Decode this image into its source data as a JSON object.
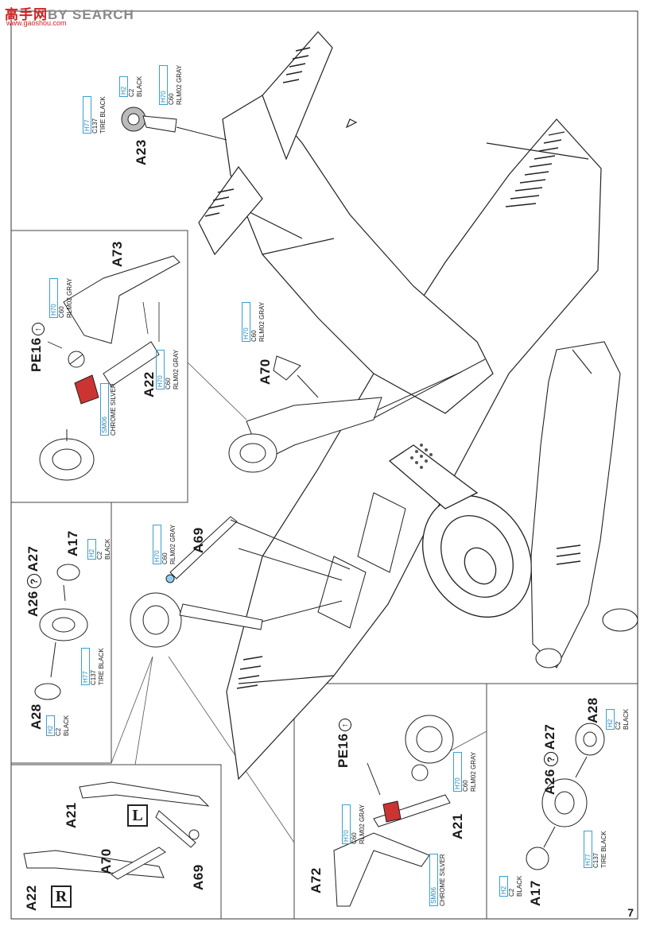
{
  "watermark": {
    "text": "高手网",
    "suffix": "BY SEARCH",
    "sub": "www.gaoshou.com"
  },
  "page_number": "7",
  "parts": {
    "a23": "A23",
    "a73": "A73",
    "a22_top": "A22",
    "a70_top": "A70",
    "pe16_top": "PE16",
    "a69": "A69",
    "a26_a27_left": [
      "A26",
      "A27"
    ],
    "a17_left": "A17",
    "a28_left": "A28",
    "a21_panel": "A21",
    "a70_panel": "A70",
    "a69_panel": "A69",
    "a22_panel": "A22",
    "pe16_bottom": "PE16",
    "a72": "A72",
    "a21_bottom": "A21",
    "a28_right": "A28",
    "a26_a27_right": [
      "A26",
      "A27"
    ],
    "a17_right": "A17"
  },
  "question_glyph": "?",
  "pe_glyph": "↑",
  "side_labels": {
    "left": "L",
    "right": "R"
  },
  "paints": {
    "a23_tire": {
      "code": "H77",
      "gsi": "C137",
      "name": "TIRE BLACK"
    },
    "a23_hub": {
      "code": "H2",
      "gsi": "C2",
      "name": "BLACK"
    },
    "a23_strut": {
      "code": "H70",
      "gsi": "C60",
      "name": "RLM02 GRAY"
    },
    "a73_cover": {
      "code": "H70",
      "gsi": "C60",
      "name": "RLM02 GRAY"
    },
    "a22_strut": {
      "code": "H70",
      "gsi": "C60",
      "name": "RLM02 GRAY"
    },
    "a22_chrome": {
      "code": "SM06",
      "gsi": "",
      "name": "CHROME SILVER"
    },
    "a70_top": {
      "code": "H70",
      "gsi": "C60",
      "name": "RLM02 GRAY"
    },
    "a17_left": {
      "code": "H2",
      "gsi": "C2",
      "name": "BLACK"
    },
    "a26_left_tire": {
      "code": "H77",
      "gsi": "C137",
      "name": "TIRE BLACK"
    },
    "a28_left": {
      "code": "H2",
      "gsi": "C2",
      "name": "BLACK"
    },
    "a69_strut": {
      "code": "H70",
      "gsi": "C60",
      "name": "RLM02 GRAY"
    },
    "bottom_cover": {
      "code": "H70",
      "gsi": "C60",
      "name": "RLM02 GRAY"
    },
    "bottom_strut": {
      "code": "H70",
      "gsi": "C60",
      "name": "RLM02 GRAY"
    },
    "bottom_chrome": {
      "code": "SM06",
      "gsi": "",
      "name": "CHROME SILVER"
    },
    "a28_right": {
      "code": "H2",
      "gsi": "C2",
      "name": "BLACK"
    },
    "a26_right_tire": {
      "code": "H77",
      "gsi": "C137",
      "name": "TIRE BLACK"
    },
    "a17_right": {
      "code": "H2",
      "gsi": "C2",
      "name": "BLACK"
    }
  }
}
